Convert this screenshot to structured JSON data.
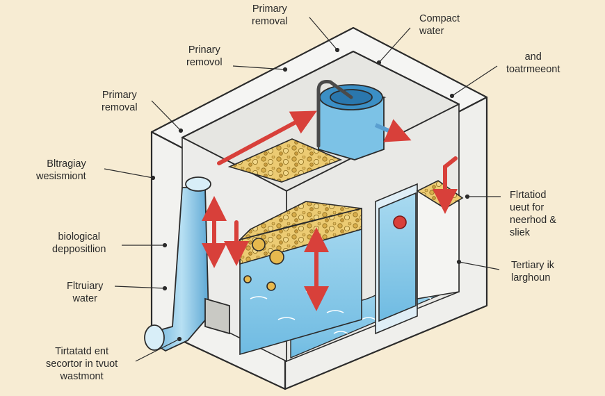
{
  "colors": {
    "background": "#f7ecd3",
    "tank_outline": "#2b2b2b",
    "tank_wall": "#f4f4f2",
    "water": "#9fd3ec",
    "water_dark": "#5fb1db",
    "media": "#e9c66a",
    "arrow": "#d8403a",
    "pipe": "#8ec7e6"
  },
  "labels": {
    "primary_removal_top": [
      "Primary",
      "removal"
    ],
    "compact_water": [
      "Compact",
      "water"
    ],
    "primary_removal_mid": [
      "Prinary",
      "removol"
    ],
    "and_treatment": [
      "and",
      "toatrmeeont"
    ],
    "primary_removal_left": [
      "Primary",
      "removal"
    ],
    "bitragiay": [
      "Bltragiay",
      "wesismiont"
    ],
    "biological": [
      "biological",
      "deppositlion"
    ],
    "filtruary": [
      "Fltruiary",
      "water"
    ],
    "tirtarated": [
      "Tirtatatd ent",
      "secortor in tvuot",
      "wastmont"
    ],
    "filtratiod": [
      "Flrtatiod",
      "ueut for",
      "neerhod &",
      "sliek"
    ],
    "tertiary": [
      "Tertiary ik",
      "larghoun"
    ]
  },
  "icons": {
    "pipe": "pipe-icon",
    "float_valve": "float-valve-icon",
    "flow_arrow": "flow-arrow-icon"
  }
}
